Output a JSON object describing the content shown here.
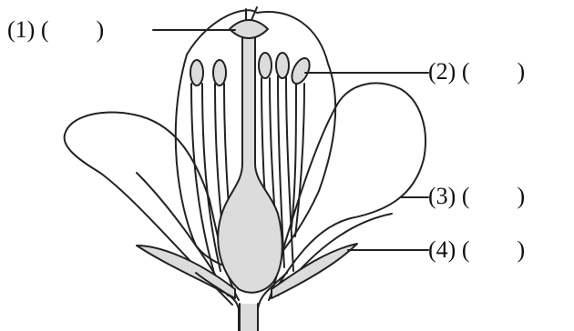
{
  "labels": {
    "part1": "(1) (　　)",
    "part2": "(2) (　　)",
    "part3": "(3) (　　)",
    "part4": "(4) (　　)"
  },
  "colors": {
    "line": "#222222",
    "fill_gray": "#dcdcdc",
    "background": "#ffffff"
  }
}
